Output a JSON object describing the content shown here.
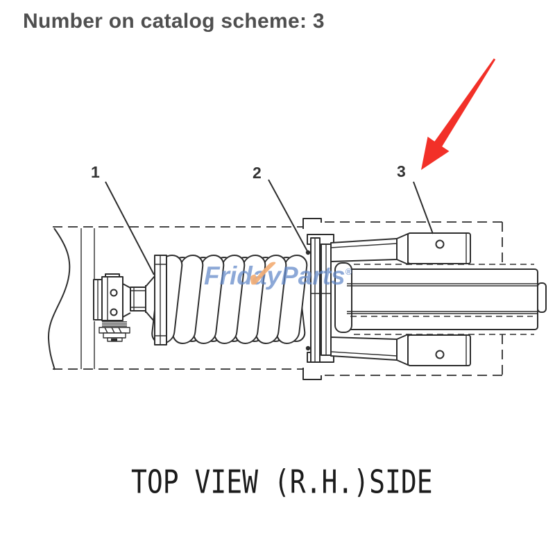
{
  "header": {
    "title": "Number on catalog scheme: 3",
    "color": "#4f4f4f"
  },
  "callouts": [
    {
      "label": "1"
    },
    {
      "label": "2"
    },
    {
      "label": "3"
    }
  ],
  "highlight_arrow": {
    "color": "#f23028",
    "points_to_callout": "3"
  },
  "watermark": {
    "prefix": "Frida",
    "y_letter": "y",
    "check": "✓",
    "suffix": "Parts",
    "registered": "®",
    "blue": "#5f86c8",
    "orange": "#f3ae75"
  },
  "caption": {
    "text": "TOP VIEW (R.H.)SIDE"
  },
  "diagram": {
    "subject": "Track adjuster recoil spring assembly, top view right-hand side",
    "line_color": "#2d2d2d"
  }
}
